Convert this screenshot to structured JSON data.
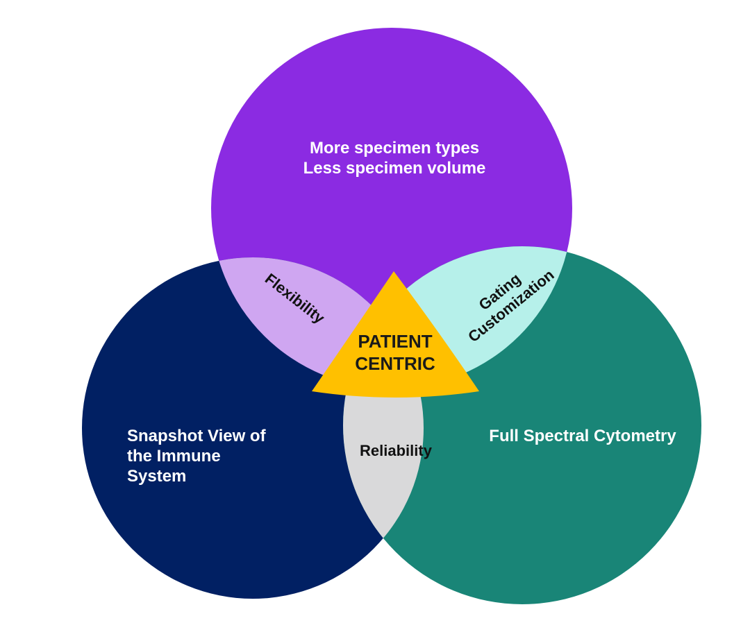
{
  "diagram": {
    "circles": {
      "top": {
        "lines": [
          "More specimen types",
          "Less specimen volume"
        ],
        "color": "#8b2be2",
        "text_color": "#ffffff"
      },
      "left": {
        "lines": [
          "Snapshot  View of",
          "the Immune",
          "System"
        ],
        "color": "#012063",
        "text_color": "#ffffff"
      },
      "right": {
        "lines": [
          "Full Spectral Cytometry"
        ],
        "color": "#198577",
        "text_color": "#ffffff"
      }
    },
    "overlaps": {
      "top_left": {
        "label": "Flexibility",
        "color": "#cfa6f1"
      },
      "top_right": {
        "lines": [
          "Gating",
          "Customization"
        ],
        "color": "#b6f0ea"
      },
      "left_right": {
        "label": "Reliability",
        "color": "#d9d9da"
      }
    },
    "center": {
      "lines": [
        "PATIENT",
        "CENTRIC"
      ],
      "color": "#ffc000",
      "text_color": "#1a1a1a"
    }
  }
}
